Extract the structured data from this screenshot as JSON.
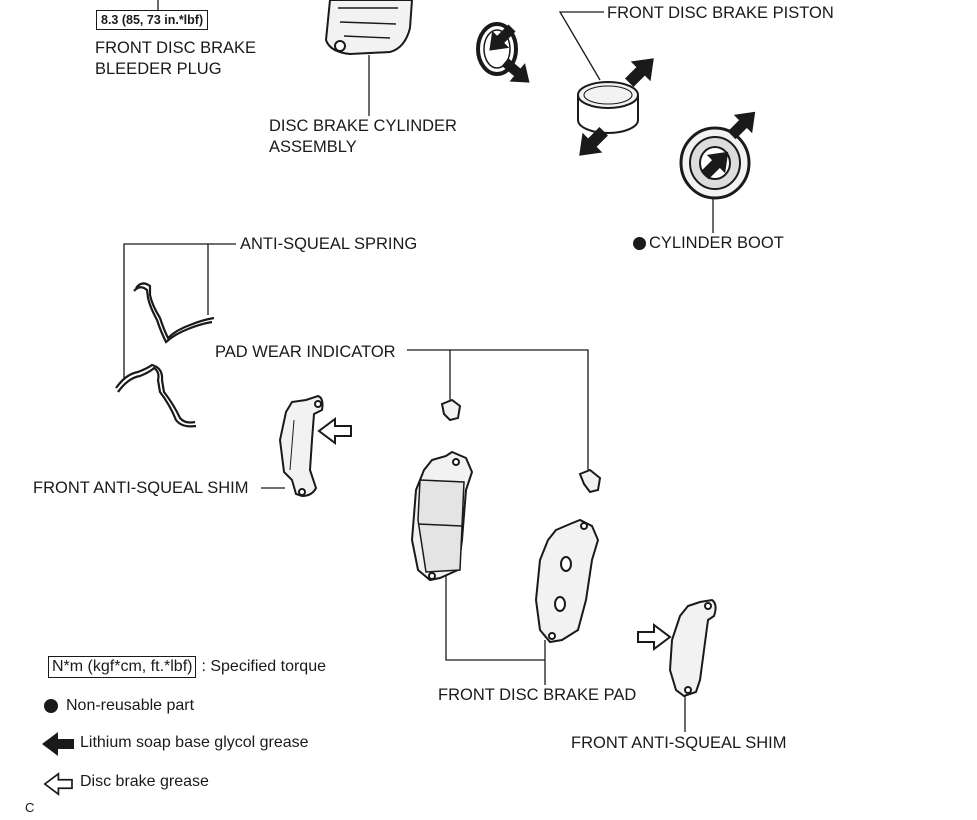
{
  "labels": {
    "torque_spec": "8.3 (85, 73 in.*lbf)",
    "bleeder_plug": "FRONT DISC BRAKE\nBLEEDER PLUG",
    "cylinder_assembly": "DISC BRAKE CYLINDER\nASSEMBLY",
    "piston": "FRONT DISC BRAKE PISTON",
    "cylinder_boot": "CYLINDER BOOT",
    "anti_squeal_spring": "ANTI-SQUEAL SPRING",
    "pad_wear_indicator": "PAD WEAR INDICATOR",
    "anti_squeal_shim_left": "FRONT ANTI-SQUEAL SHIM",
    "brake_pad": "FRONT DISC BRAKE PAD",
    "anti_squeal_shim_right": "FRONT ANTI-SQUEAL SHIM"
  },
  "legend": {
    "torque_box": "N*m (kgf*cm, ft.*lbf)",
    "torque_desc": ": Specified torque",
    "non_reusable": "Non-reusable part",
    "lithium_grease": "Lithium soap base glycol grease",
    "disc_brake_grease": "Disc brake grease"
  },
  "figure_id": "C",
  "icons": {
    "non_reusable": "filled-circle-icon",
    "lithium_grease": "filled-arrow-icon",
    "disc_brake_grease": "hollow-arrow-icon"
  },
  "colors": {
    "line": "#1a1a1a",
    "part_fill": "#f2f2f2"
  }
}
